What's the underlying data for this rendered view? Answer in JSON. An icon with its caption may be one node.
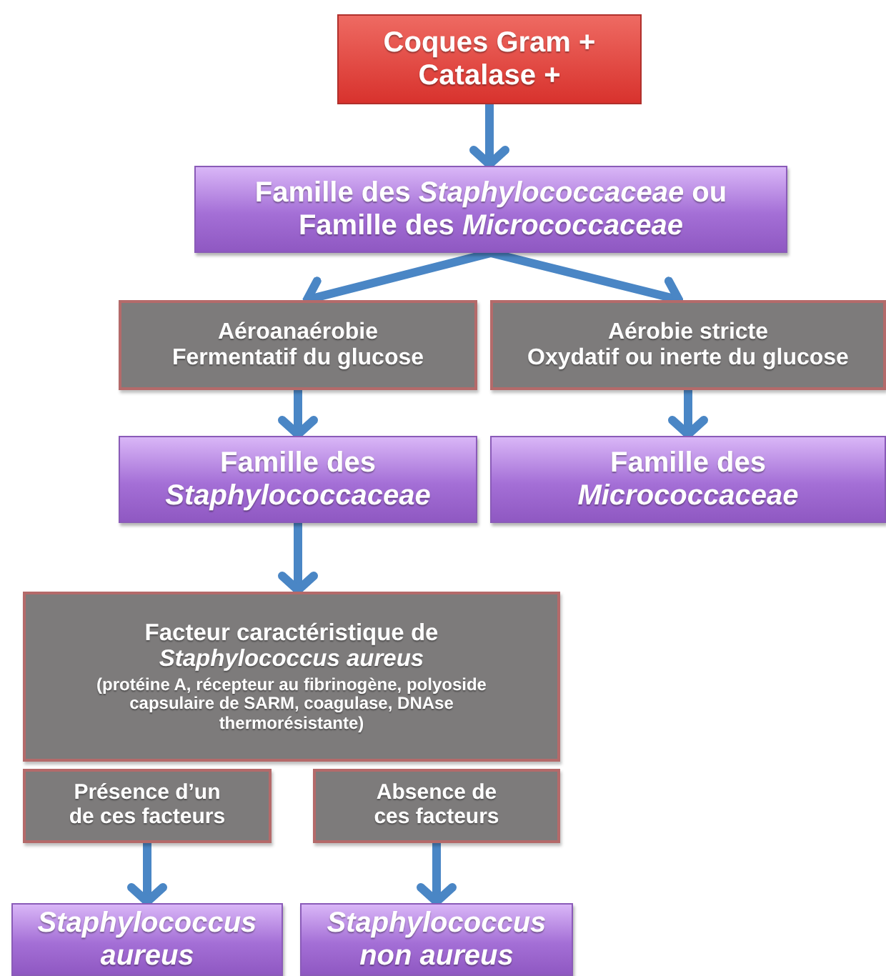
{
  "diagram": {
    "nodes": [
      {
        "text": [
          "Coques Gram + Catalase +"
        ]
      },
      {
        "text": [
          "Famille des *Staphylococcaceae* ou Famille des *Micrococcaceae*"
        ]
      },
      {
        "text": [
          "Aéroanaérobie",
          "Fermentatif du glucose"
        ]
      },
      {
        "text": [
          "Aérobie stricte",
          "Oxydatif ou inerte du glucose"
        ]
      },
      {
        "text": [
          "Famille des *Staphylococcaceae*"
        ]
      },
      {
        "text": [
          "Famille des *Micrococcaceae*"
        ]
      },
      {
        "text": [
          "Facteur caractéristique de *Staphylococcus aureus*",
          "(protéine A, récepteur au fibrinogène, polyoside capsulaire de SARM, coagulase, DNAse thermorésistante)"
        ]
      },
      {
        "text": [
          "Présence d’un de ces facteurs"
        ]
      },
      {
        "text": [
          "Absence de ces facteurs"
        ]
      },
      {
        "text": [
          "Staphylococcus aureus"
        ]
      },
      {
        "text": [
          "Staphylococcus non aureus"
        ]
      }
    ],
    "edges": [
      {
        "from": 0,
        "to": 1,
        "arrow": "to"
      },
      {
        "from": 1,
        "to": 2,
        "arrow": "to"
      },
      {
        "from": 1,
        "to": 3,
        "arrow": "to"
      },
      {
        "from": 2,
        "to": 4,
        "arrow": "to"
      },
      {
        "from": 3,
        "to": 5,
        "arrow": "to"
      },
      {
        "from": 4,
        "to": 6,
        "arrow": "to"
      },
      {
        "from": 7,
        "to": 9,
        "arrow": "to"
      },
      {
        "from": 8,
        "to": 10,
        "arrow": "to"
      }
    ]
  }
}
